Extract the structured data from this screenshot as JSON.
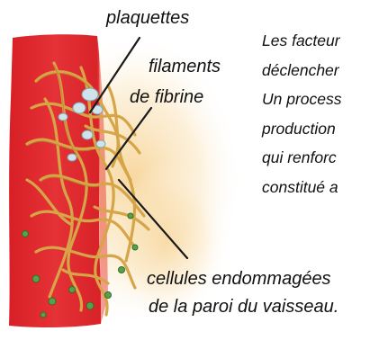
{
  "labels": {
    "platelets": "plaquettes",
    "fibrin_line1": "filaments",
    "fibrin_line2": "de fibrine",
    "damaged_cells_line1": "cellules endommagées",
    "damaged_cells_line2": "de la paroi du vaisseau."
  },
  "side_text_lines": [
    "Les facteur",
    "déclencher",
    "Un process",
    "production",
    "qui renforc",
    "constitué a"
  ],
  "colors": {
    "vessel_wall": "#e2262a",
    "fibrin": "#d6a548",
    "platelet": "#cfe3ea",
    "damaged_cell": "#5aa048",
    "blood_halo": "#f6cf8c"
  }
}
